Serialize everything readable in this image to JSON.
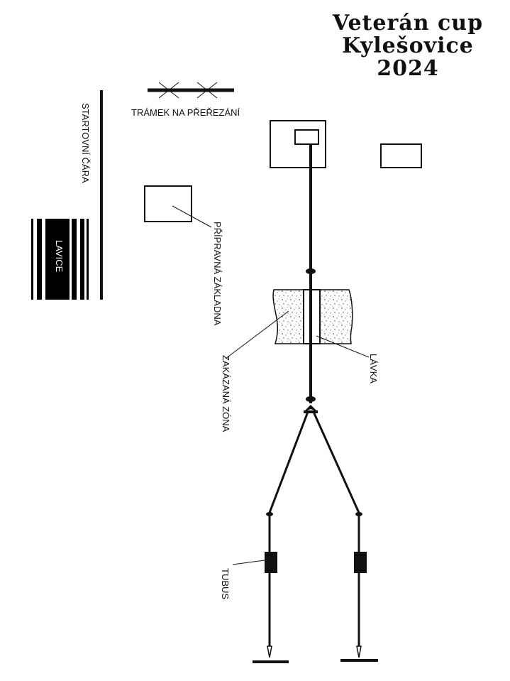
{
  "title": {
    "line1": "Veterán cup",
    "line2": "Kylešovice",
    "line3": "2024"
  },
  "labels": {
    "beam": "TRÁMEK NA PŘEŘEZÁNÍ",
    "start_line": "STARTOVNÍ ČÁRA",
    "bench": "LAVICE",
    "prep_base": "PŘÍPRAVNÁ ZÁKLADNA",
    "forbidden_zone": "ZAKÁZANÁ ZÓNA",
    "footbridge": "LÁVKA",
    "tube": "TUBUS"
  },
  "colors": {
    "ink": "#111111",
    "background": "#ffffff",
    "bench_fill": "#000000"
  }
}
